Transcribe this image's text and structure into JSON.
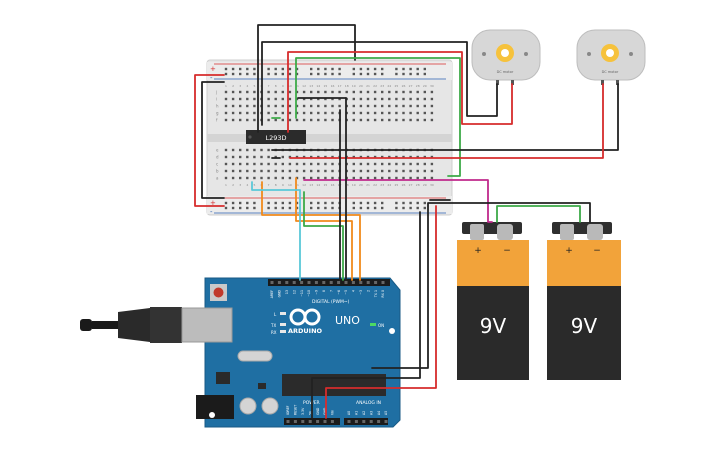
{
  "colors": {
    "wire_red": "#d62c2c",
    "wire_black": "#222222",
    "wire_green": "#3daa48",
    "wire_orange": "#f08a1c",
    "wire_cyan": "#5ac8d8",
    "wire_magenta": "#c02a8c",
    "arduino_blue": "#1f6fa3",
    "battery_orange": "#f2a33a",
    "battery_black": "#2a2a2a",
    "breadboard": "#e4e4e4",
    "motor_body": "#d9d9d9",
    "motor_gear": "#f6c23c"
  },
  "breadboard": {
    "ic_label": "L293D",
    "rail_plus": "+",
    "rail_minus": "-",
    "column_numbers": [
      "1",
      "2",
      "3",
      "4",
      "5",
      "6",
      "7",
      "8",
      "9",
      "10",
      "11",
      "12",
      "13",
      "14",
      "15",
      "16",
      "17",
      "18",
      "19",
      "20",
      "21",
      "22",
      "23",
      "24",
      "25",
      "26",
      "27",
      "28",
      "29",
      "30"
    ],
    "row_letters_top": [
      "j",
      "i",
      "h",
      "g",
      "f"
    ],
    "row_letters_bottom": [
      "e",
      "d",
      "c",
      "b",
      "a"
    ]
  },
  "motors": [
    {
      "label": "DC motor"
    },
    {
      "label": "DC motor"
    }
  ],
  "batteries": [
    {
      "voltage": "9V",
      "plus": "+",
      "minus": "−"
    },
    {
      "voltage": "9V",
      "plus": "+",
      "minus": "−"
    }
  ],
  "arduino": {
    "brand": "ARDUINO",
    "model": "UNO",
    "digital_label": "DIGITAL (PWM~)",
    "power_label": "POWER",
    "analog_label": "ANALOG IN",
    "on_label": "ON",
    "led_l": "L",
    "led_tx": "TX",
    "led_rx": "RX",
    "digital_pins": [
      "AREF",
      "GND",
      "13",
      "12",
      "~11",
      "~10",
      "~9",
      "8",
      "7",
      "~6",
      "~5",
      "4",
      "~3",
      "2",
      "TX 1",
      "RX 0"
    ],
    "power_pins": [
      "IOREF",
      "RESET",
      "3.3V",
      "5V",
      "GND",
      "GND",
      "Vin"
    ],
    "analog_pins": [
      "A0",
      "A1",
      "A2",
      "A3",
      "A4",
      "A5"
    ]
  }
}
